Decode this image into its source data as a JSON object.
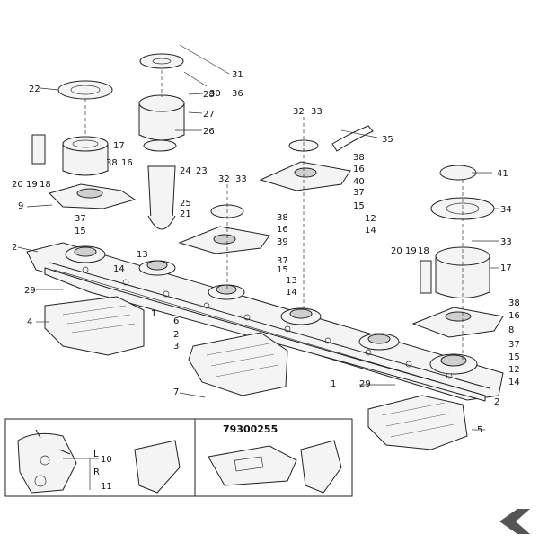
{
  "diagram": {
    "part_number": "79300255",
    "callouts": [
      "1",
      "2",
      "3",
      "4",
      "5",
      "6",
      "7",
      "8",
      "9",
      "10",
      "11",
      "12",
      "13",
      "14",
      "15",
      "16",
      "17",
      "18",
      "19",
      "20",
      "21",
      "22",
      "23",
      "24",
      "25",
      "26",
      "27",
      "28",
      "29",
      "30",
      "31",
      "32",
      "33",
      "34",
      "35",
      "36",
      "37",
      "38",
      "39",
      "40",
      "41"
    ],
    "inset_labels": {
      "L": "L",
      "R": "R"
    },
    "logo_text": "K"
  }
}
